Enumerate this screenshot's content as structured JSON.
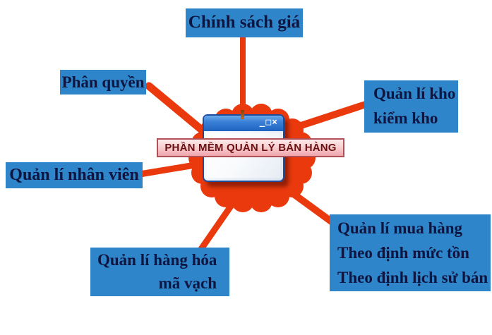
{
  "title": "Sales management software feature diagram",
  "colors": {
    "background": "#ffffff",
    "node_blue": "#2f85c9",
    "node_text": "#0e1540",
    "spoke_orange": "#ea390d",
    "banner_bg": "#f7c9cc",
    "banner_border": "#b05058",
    "banner_text_color": "#6a1012",
    "titlebar_blue": "#3a80d6"
  },
  "center": {
    "banner_label": "PHẦN MỀM QUẢN LÝ BÁN HÀNG",
    "window_controls": "_□×"
  },
  "nodes": [
    {
      "id": "chinh-sach-gia",
      "lines": [
        "Chính sách giá"
      ]
    },
    {
      "id": "phan-quyen",
      "lines": [
        "Phân quyền"
      ]
    },
    {
      "id": "quan-li-kho",
      "lines": [
        "Quản lí kho",
        "kiểm kho"
      ]
    },
    {
      "id": "quan-li-nhan-vien",
      "lines": [
        "Quản lí nhân viên"
      ]
    },
    {
      "id": "quan-li-hang-hoa",
      "lines": [
        "Quản lí hàng hóa",
        "mã vạch"
      ]
    },
    {
      "id": "quan-li-mua-hang",
      "lines": [
        "Quản lí mua hàng",
        "Theo định mức tồn",
        "Theo định lịch sử bán"
      ]
    }
  ]
}
